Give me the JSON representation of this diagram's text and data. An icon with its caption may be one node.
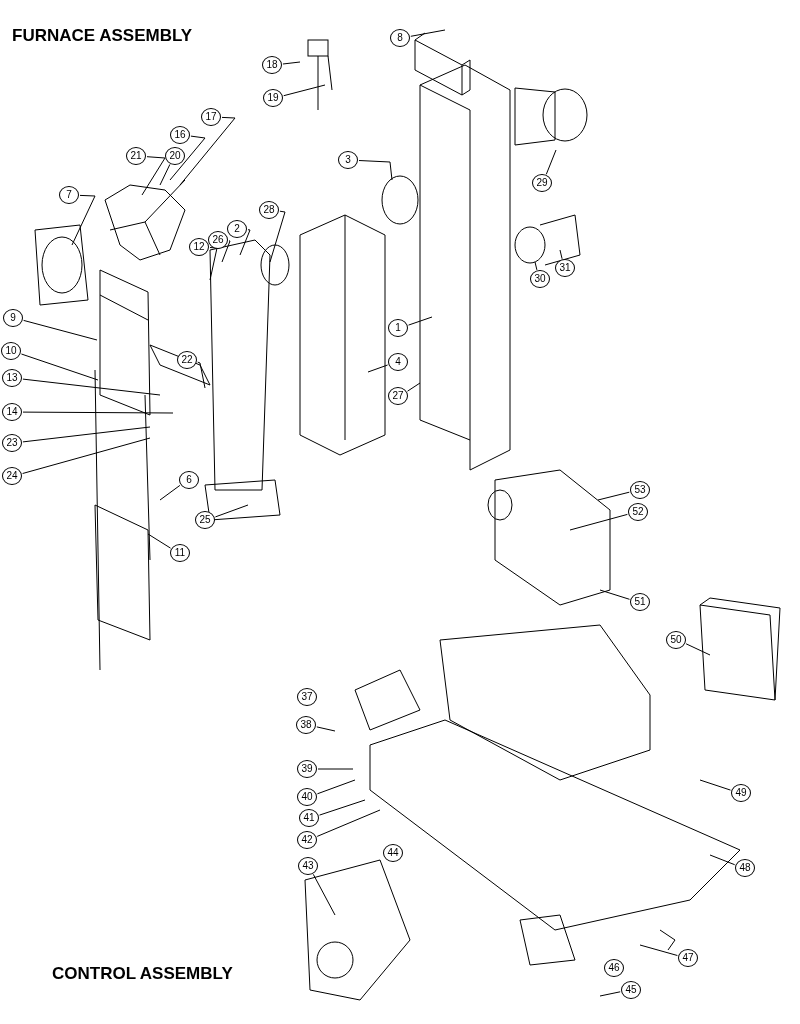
{
  "diagram": {
    "title": "FURNACE ASSEMBLY",
    "nodes": [
      {
        "text": [
          "8"
        ]
      },
      {
        "text": [
          "18"
        ]
      },
      {
        "text": [
          "19"
        ]
      },
      {
        "text": [
          "17"
        ]
      },
      {
        "text": [
          "16"
        ]
      },
      {
        "text": [
          "21"
        ]
      },
      {
        "text": [
          "20"
        ]
      },
      {
        "text": [
          "7"
        ]
      },
      {
        "text": [
          "3"
        ]
      },
      {
        "text": [
          "29"
        ]
      },
      {
        "text": [
          "28"
        ]
      },
      {
        "text": [
          "2"
        ]
      },
      {
        "text": [
          "26"
        ]
      },
      {
        "text": [
          "12"
        ]
      },
      {
        "text": [
          "30"
        ]
      },
      {
        "text": [
          "31"
        ]
      },
      {
        "text": [
          "9"
        ]
      },
      {
        "text": [
          "1"
        ]
      },
      {
        "text": [
          "10"
        ]
      },
      {
        "text": [
          "4"
        ]
      },
      {
        "text": [
          "13"
        ]
      },
      {
        "text": [
          "22"
        ]
      },
      {
        "text": [
          "14"
        ]
      },
      {
        "text": [
          "27"
        ]
      },
      {
        "text": [
          "23"
        ]
      },
      {
        "text": [
          "24"
        ]
      },
      {
        "text": [
          "6"
        ]
      },
      {
        "text": [
          "25"
        ]
      },
      {
        "text": [
          "11"
        ]
      },
      {
        "text": [
          "53"
        ]
      },
      {
        "text": [
          "52"
        ]
      },
      {
        "text": [
          "51"
        ]
      },
      {
        "text": [
          "50"
        ]
      },
      {
        "text": [
          "38"
        ]
      },
      {
        "text": [
          "39"
        ]
      },
      {
        "text": [
          "40"
        ]
      },
      {
        "text": [
          "41"
        ]
      },
      {
        "text": [
          "42"
        ]
      },
      {
        "text": [
          "43"
        ]
      },
      {
        "text": [
          "49"
        ]
      },
      {
        "text": [
          "48"
        ]
      },
      {
        "text": [
          "47"
        ]
      },
      {
        "text": [
          "45"
        ]
      },
      {
        "text": [
          "37"
        ]
      },
      {
        "text": [
          "44"
        ]
      },
      {
        "text": [
          "46"
        ]
      }
    ],
    "edges": [
      {
        "from": 0,
        "to": null,
        "arrow": "none"
      },
      {
        "from": 1,
        "to": null,
        "arrow": "none"
      },
      {
        "from": 2,
        "to": null,
        "arrow": "none"
      },
      {
        "from": 3,
        "to": null,
        "arrow": "none"
      },
      {
        "from": 4,
        "to": null,
        "arrow": "none"
      },
      {
        "from": 5,
        "to": null,
        "arrow": "none"
      },
      {
        "from": 6,
        "to": null,
        "arrow": "none"
      },
      {
        "from": 7,
        "to": null,
        "arrow": "none"
      },
      {
        "from": 8,
        "to": null,
        "arrow": "none"
      },
      {
        "from": 9,
        "to": null,
        "arrow": "none"
      },
      {
        "from": 10,
        "to": null,
        "arrow": "none"
      },
      {
        "from": 11,
        "to": null,
        "arrow": "none"
      },
      {
        "from": 12,
        "to": null,
        "arrow": "none"
      },
      {
        "from": 13,
        "to": null,
        "arrow": "none"
      },
      {
        "from": 14,
        "to": null,
        "arrow": "none"
      },
      {
        "from": 15,
        "to": null,
        "arrow": "none"
      },
      {
        "from": 16,
        "to": null,
        "arrow": "none"
      },
      {
        "from": 17,
        "to": null,
        "arrow": "none"
      },
      {
        "from": 18,
        "to": null,
        "arrow": "none"
      },
      {
        "from": 19,
        "to": null,
        "arrow": "none"
      },
      {
        "from": 20,
        "to": null,
        "arrow": "none"
      },
      {
        "from": 21,
        "to": null,
        "arrow": "none"
      },
      {
        "from": 22,
        "to": null,
        "arrow": "none"
      },
      {
        "from": 23,
        "to": null,
        "arrow": "none"
      },
      {
        "from": 24,
        "to": null,
        "arrow": "none"
      },
      {
        "from": 25,
        "to": null,
        "arrow": "none"
      },
      {
        "from": 26,
        "to": null,
        "arrow": "none"
      },
      {
        "from": 27,
        "to": null,
        "arrow": "none"
      },
      {
        "from": 28,
        "to": null,
        "arrow": "none"
      },
      {
        "from": 29,
        "to": null,
        "arrow": "none"
      },
      {
        "from": 30,
        "to": null,
        "arrow": "none"
      },
      {
        "from": 31,
        "to": null,
        "arrow": "none"
      },
      {
        "from": 32,
        "to": null,
        "arrow": "none"
      },
      {
        "from": 33,
        "to": null,
        "arrow": "none"
      },
      {
        "from": 34,
        "to": null,
        "arrow": "none"
      },
      {
        "from": 35,
        "to": null,
        "arrow": "none"
      },
      {
        "from": 36,
        "to": null,
        "arrow": "none"
      },
      {
        "from": 37,
        "to": null,
        "arrow": "none"
      },
      {
        "from": 38,
        "to": null,
        "arrow": "none"
      },
      {
        "from": 39,
        "to": null,
        "arrow": "none"
      },
      {
        "from": 40,
        "to": null,
        "arrow": "none"
      },
      {
        "from": 41,
        "to": null,
        "arrow": "none"
      },
      {
        "from": 42,
        "to": null,
        "arrow": "none"
      }
    ],
    "labels": [
      "CONTROL ASSEMBLY"
    ]
  }
}
